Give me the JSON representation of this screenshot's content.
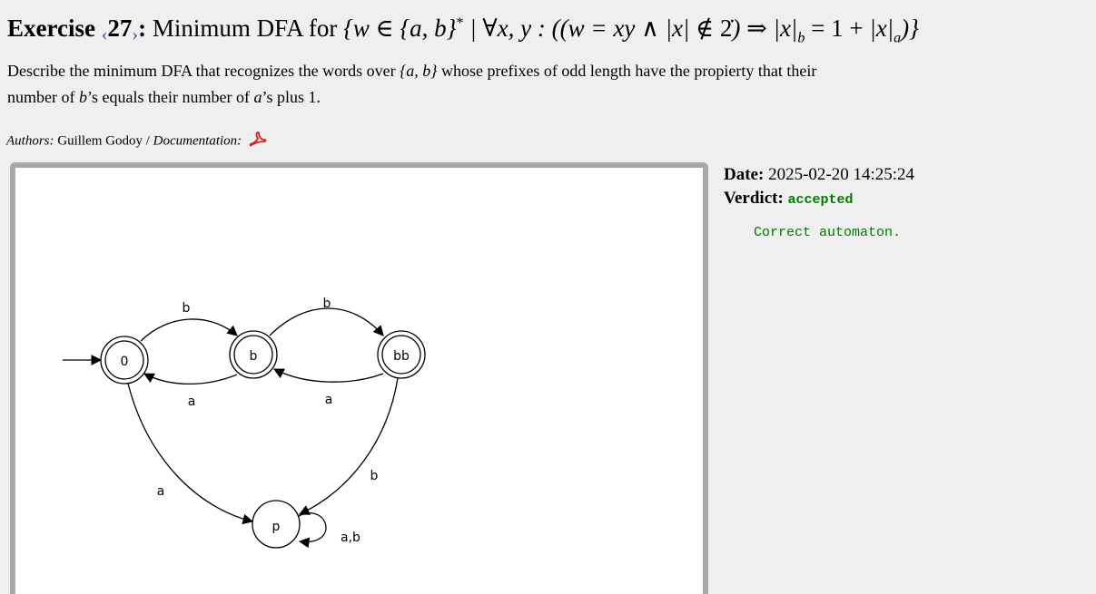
{
  "header": {
    "exercise_label": "Exercise",
    "exercise_number": "27",
    "title_text": "Minimum DFA for"
  },
  "description": {
    "line1_pre": "Describe the minimum DFA that recognizes the words over",
    "alphabet": "{a, b}",
    "line1_post": "whose prefixes of odd length have the propierty that their",
    "line2_a": "number of",
    "line2_b": "’s equals their number of",
    "line2_c": "’s plus",
    "line2_one": "1."
  },
  "authors": {
    "authors_label": "Authors:",
    "author_name": "Guillem Godoy",
    "separator": "/",
    "documentation_label": "Documentation:"
  },
  "submission": {
    "date_label": "Date:",
    "date_value": "2025-02-20 14:25:24",
    "verdict_label": "Verdict:",
    "verdict_value": "accepted",
    "message": "Correct automaton."
  },
  "automaton": {
    "states": [
      {
        "label": "0",
        "accepting": true,
        "initial": true
      },
      {
        "label": "b",
        "accepting": true
      },
      {
        "label": "bb",
        "accepting": true
      },
      {
        "label": "p",
        "accepting": false
      }
    ],
    "transition_labels": {
      "0_to_b": "b",
      "b_to_bb": "b",
      "b_to_0": "a",
      "bb_to_b": "a",
      "0_to_p": "a",
      "bb_to_p": "b",
      "p_loop": "a,b"
    }
  },
  "colors": {
    "accepted": "#007a00",
    "background": "#efefef",
    "frame_border": "#a8a8a8",
    "pdf_icon": "#d32020"
  }
}
